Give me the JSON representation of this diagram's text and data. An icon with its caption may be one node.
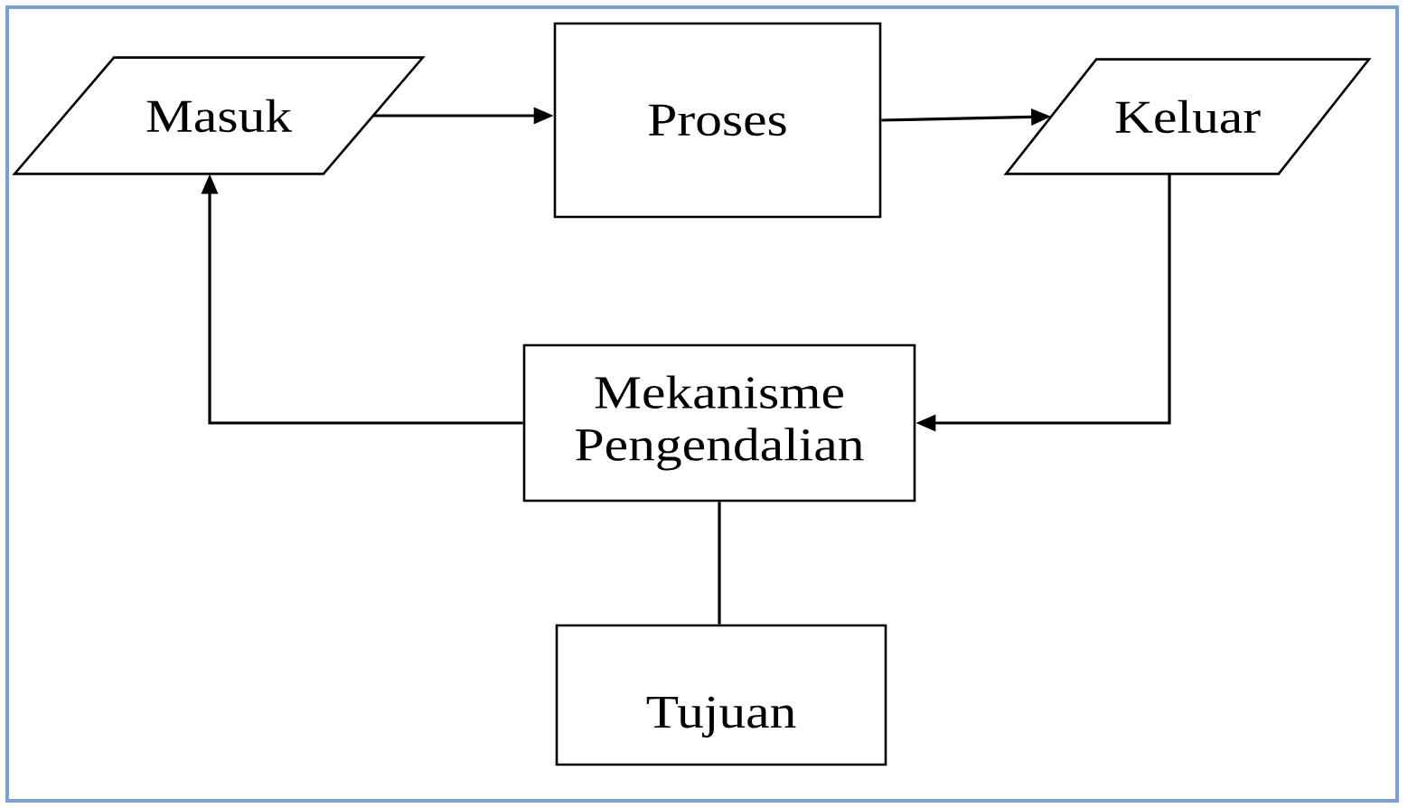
{
  "diagram": {
    "nodes": [
      {
        "text": [
          "Masuk"
        ]
      },
      {
        "text": [
          "Proses"
        ]
      },
      {
        "text": [
          "Keluar"
        ]
      },
      {
        "text": [
          "Mekanisme Pengendalian"
        ]
      },
      {
        "text": [
          "Tujuan"
        ]
      }
    ],
    "edges": [
      {
        "from": 0,
        "to": 1,
        "arrow": "to"
      },
      {
        "from": 1,
        "to": 2,
        "arrow": "to"
      },
      {
        "from": 2,
        "to": 3,
        "arrow": "to"
      },
      {
        "from": 3,
        "to": 0,
        "arrow": "to"
      },
      {
        "from": 3,
        "to": 4,
        "arrow": "none"
      }
    ]
  }
}
